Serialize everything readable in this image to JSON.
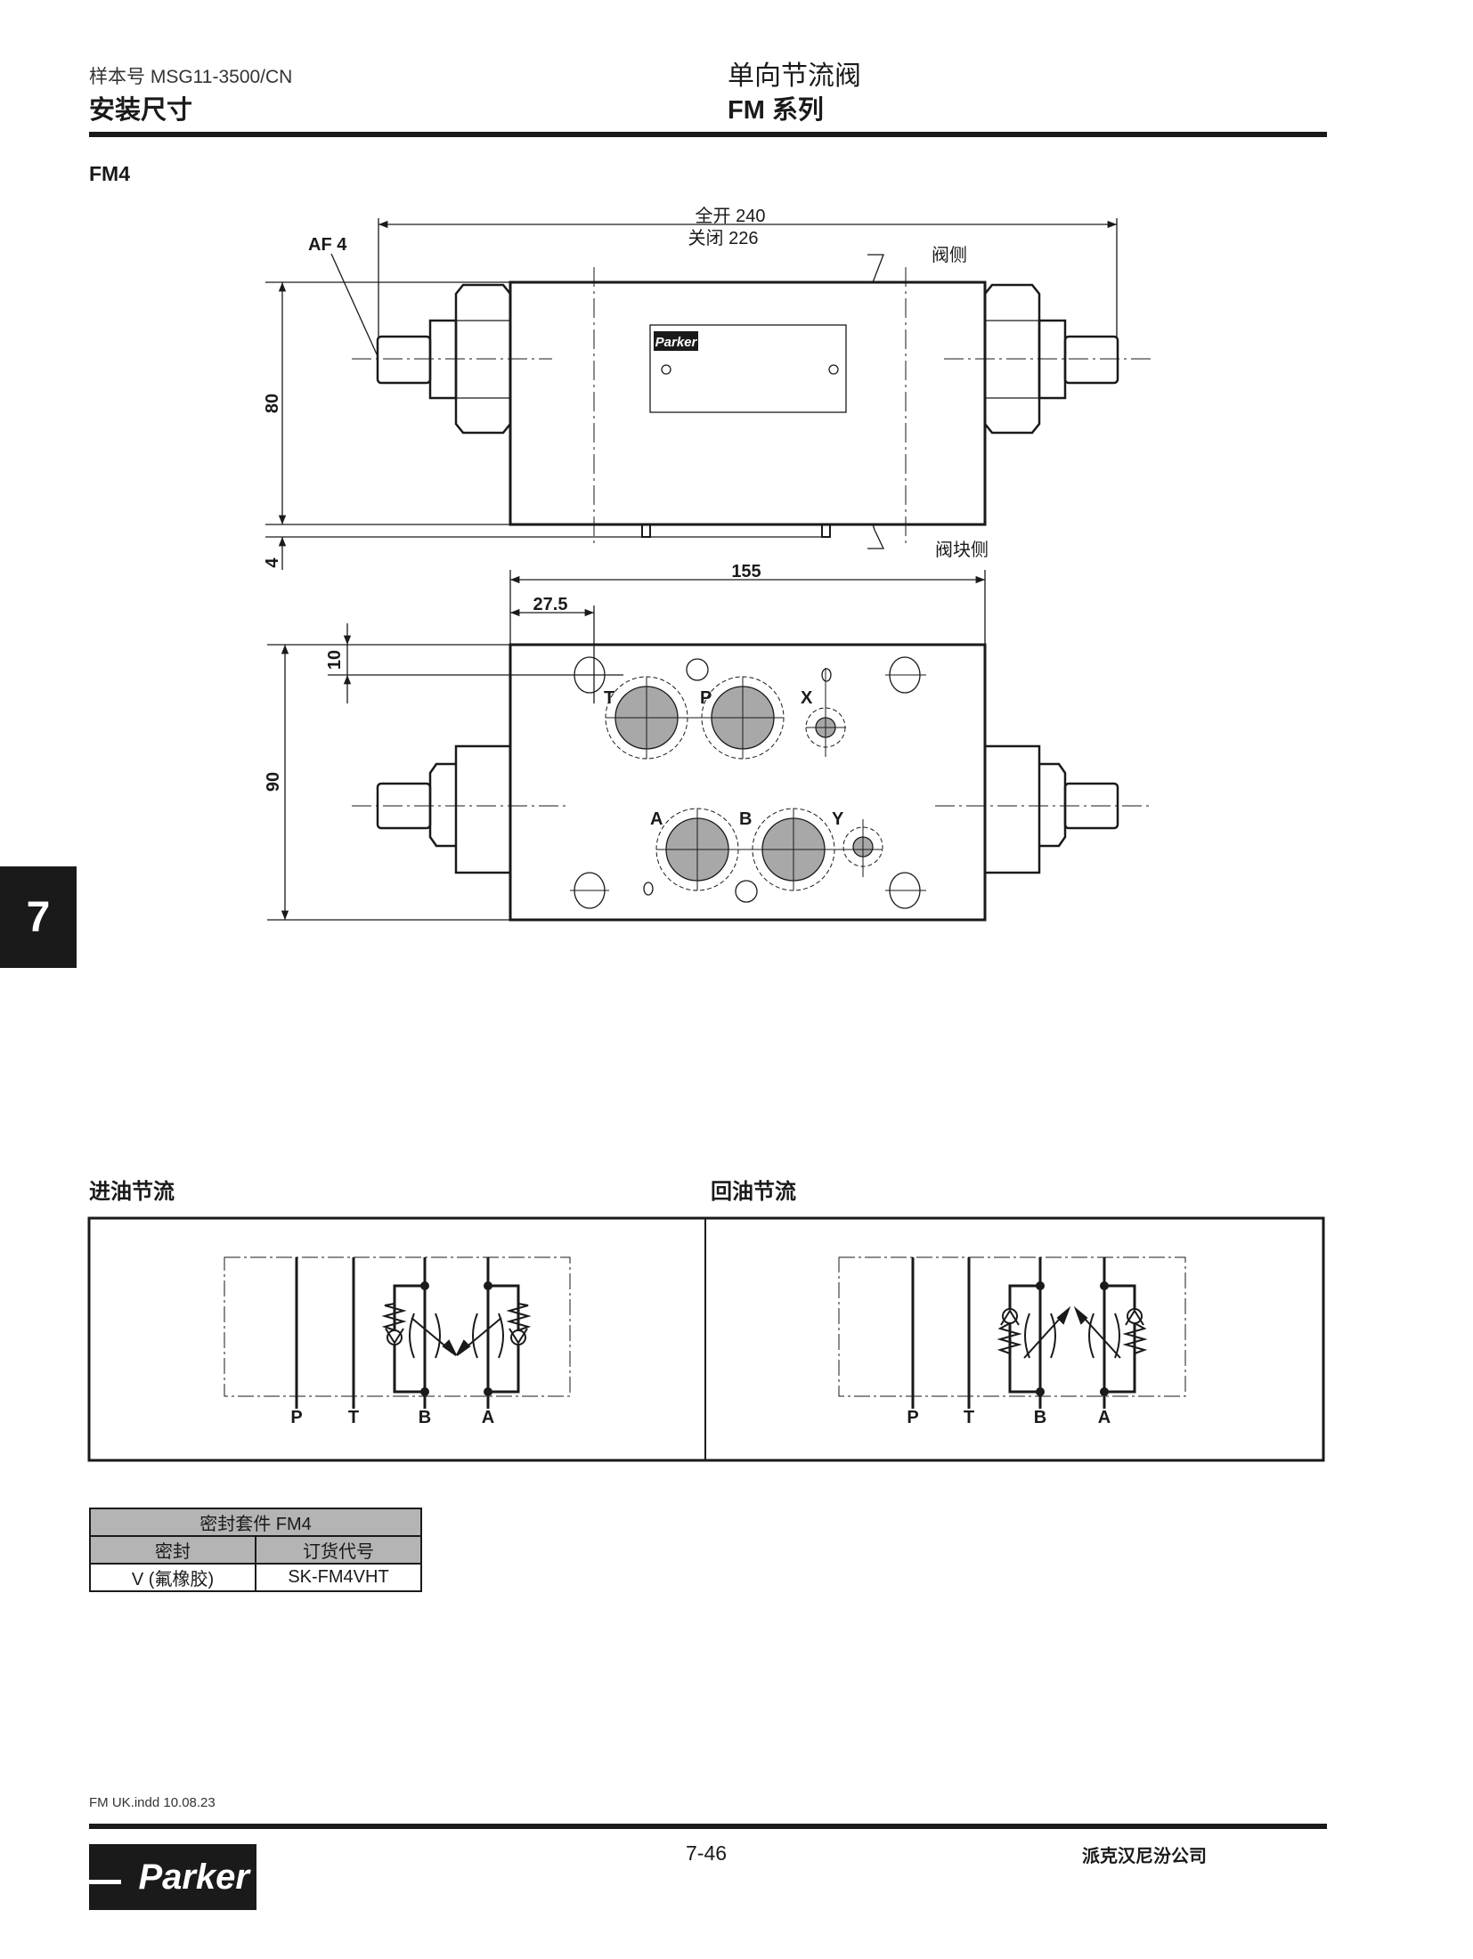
{
  "header": {
    "catalog_no": "样本号 MSG11-3500/CN",
    "section": "安装尺寸",
    "product_title": "单向节流阀",
    "series": "FM 系列"
  },
  "model": "FM4",
  "drawing": {
    "af_label": "AF 4",
    "dim_open": "全开 240",
    "dim_closed": "关闭 226",
    "valve_side": "阀侧",
    "block_side": "阀块侧",
    "dim_height": "80",
    "dim_gap": "4",
    "dim_width": "155",
    "dim_offset_x": "27.5",
    "dim_offset_y": "10",
    "dim_depth": "90",
    "ports": [
      "T",
      "P",
      "X",
      "A",
      "B",
      "Y"
    ],
    "plate_logo": "Parker"
  },
  "chapter_tab": "7",
  "schematics": [
    {
      "title": "进油节流",
      "ports": [
        "P",
        "T",
        "B",
        "A"
      ]
    },
    {
      "title": "回油节流",
      "ports": [
        "P",
        "T",
        "B",
        "A"
      ]
    }
  ],
  "seal_kit": {
    "title": "密封套件 FM4",
    "col_seal": "密封",
    "col_order": "订货代号",
    "seal": "V (氟橡胶)",
    "order_code": "SK-FM4VHT"
  },
  "footer": {
    "file": "FM UK.indd  10.08.23",
    "page": "7-46",
    "company": "派克汉尼汾公司",
    "logo": "Parker"
  }
}
